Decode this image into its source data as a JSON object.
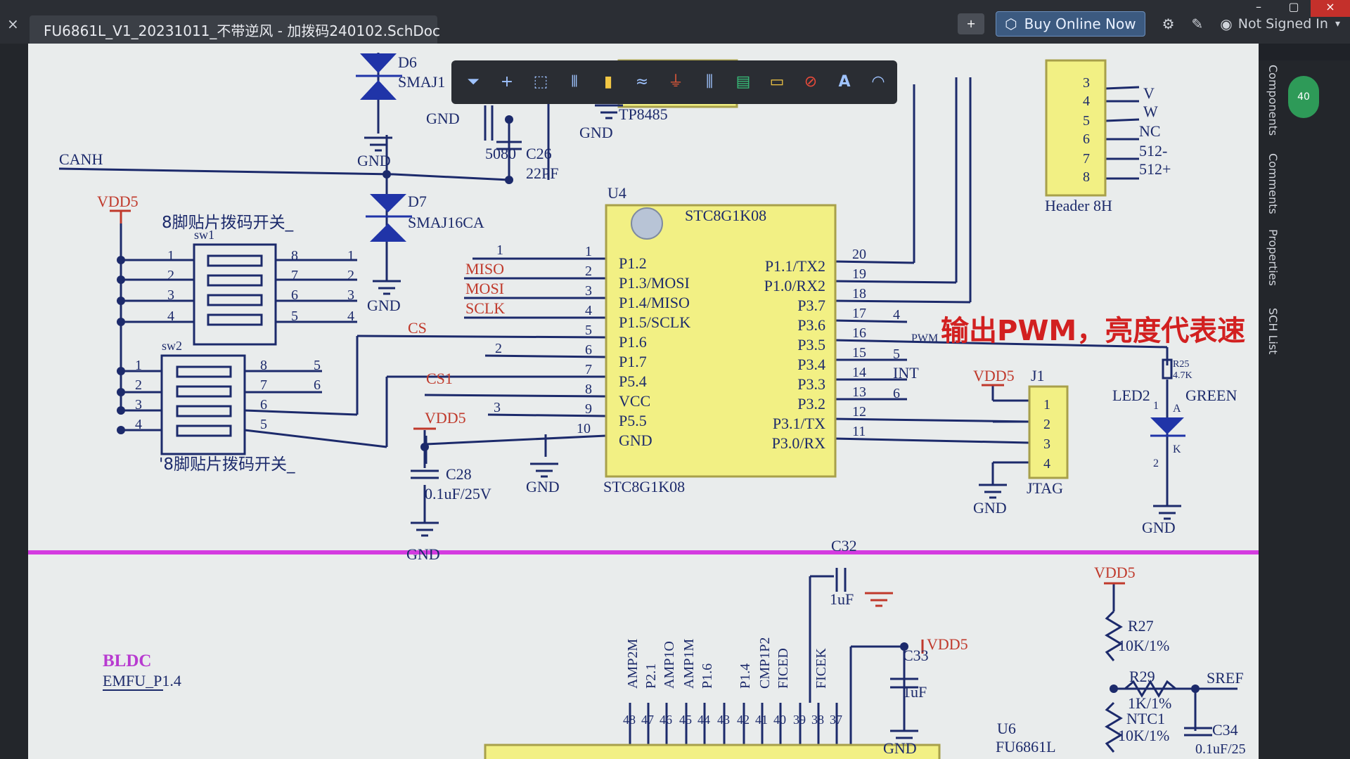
{
  "window": {
    "tab_close": "×",
    "document_title": "FU6861L_V1_20231011_不带逆风 - 加拨码240102.SchDoc",
    "buy_online": "Buy Online Now",
    "user": "Not Signed In",
    "min": "–",
    "max": "▢",
    "close": "×"
  },
  "icons": {
    "chat": "chat-icon",
    "settings": "gear-icon",
    "brush": "feather-icon",
    "user": "user-icon",
    "cart": "cart-icon"
  },
  "side_panels": [
    "Components",
    "Comments",
    "Properties",
    "SCH List"
  ],
  "badge": "40",
  "toolbar_tools": [
    "filter",
    "move",
    "select",
    "align",
    "part",
    "wire",
    "power",
    "bus",
    "port",
    "sheet-entry",
    "no-erc",
    "text",
    "arc"
  ],
  "colors": {
    "sheet_bg": "#e9ecec",
    "wire": "#1c2a6b",
    "component_fill": "#f2f084",
    "component_border": "#a8a04a",
    "net_red": "#c0392b",
    "divider": "#d43be0",
    "pin_text": "#203a88",
    "annotation_red": "#d22020"
  },
  "labels": {
    "d6": "D6",
    "d6v": "SMAJ1",
    "d7": "D7",
    "d7v": "SMAJ16CA",
    "gnd": "GND",
    "canh": "CANH",
    "vdd5": "VDD5",
    "c26_a": "5080",
    "c26": "C26",
    "c26v": "22PF",
    "tp": "TP8485",
    "u4": "U4",
    "u4name": "STC8G1K08",
    "u4bottom": "STC8G1K08",
    "sw_title": "8脚贴片拨码开关_",
    "sw1": "sw1",
    "sw2": "sw2",
    "sw_title2": "'8脚贴片拨码开关_",
    "miso": "MISO",
    "mosi": "MOSI",
    "sclk": "SCLK",
    "cs": "CS",
    "cs1": "CS1",
    "c28": "C28",
    "c28v": "0.1uF/25V",
    "pwm_note": "输出PWM，亮度代表速",
    "pwm": "PWM",
    "int": "INT",
    "j1": "J1",
    "jtag": "JTAG",
    "r25": "R25",
    "r25v": "4.7K",
    "led2": "LED2",
    "green": "GREEN",
    "led_a": "A",
    "led_k": "K",
    "led_1": "1",
    "led_2": "2",
    "header": "Header 8H",
    "hdr_v": "V",
    "hdr_w": "W",
    "hdr_nc": "NC",
    "hdr_512m": "512-",
    "hdr_512p": "512+",
    "c32": "C32",
    "c32v": "1uF",
    "c33": "C33",
    "c33v": "1uF",
    "bldc": "BLDC",
    "emfu": "EMFU_P1.4",
    "r27": "R27",
    "r27v": "10K/1%",
    "r29": "R29",
    "r29v": "1K/1%",
    "ntc": "NTC1",
    "ntcv": "10K/1%",
    "sref": "SREF",
    "c34": "C34",
    "c34v": "0.1uF/25",
    "u6": "U6",
    "u6name": "FU6861L",
    "left_pins": [
      "P1.2",
      "P1.3/MOSI",
      "P1.4/MISO",
      "P1.5/SCLK",
      "P1.6",
      "P1.7",
      "P5.4",
      "VCC",
      "P5.5",
      "GND"
    ],
    "left_pin_nums": [
      "1",
      "2",
      "3",
      "4",
      "5",
      "6",
      "7",
      "8",
      "9",
      "10"
    ],
    "right_pins": [
      "P1.1/TX2",
      "P1.0/RX2",
      "P3.7",
      "P3.6",
      "P3.5",
      "P3.4",
      "P3.3",
      "P3.2",
      "P3.1/TX",
      "P3.0/RX"
    ],
    "right_pin_nums": [
      "20",
      "19",
      "18",
      "17",
      "16",
      "15",
      "14",
      "13",
      "12",
      "11"
    ],
    "wire_nums": {
      "w1": "1",
      "w2": "2",
      "w3": "3",
      "w4": "4",
      "w5": "5",
      "w6": "6"
    },
    "sw_pins": [
      "1",
      "2",
      "3",
      "4",
      "8",
      "7",
      "6",
      "5"
    ],
    "hdr_pins": [
      "3",
      "4",
      "5",
      "6",
      "7",
      "8"
    ],
    "jtag_pins": [
      "1",
      "2",
      "3",
      "4"
    ],
    "u6_pins": [
      "AMP2M",
      "P2.1",
      "AMP1O",
      "AMP1M",
      "P1.6",
      "P1.4",
      "CMP1P2",
      "FICED",
      "FICEK"
    ],
    "u6_pin_nums": [
      "48",
      "47",
      "46",
      "45",
      "44",
      "43",
      "42",
      "41",
      "40",
      "39",
      "38",
      "37"
    ]
  }
}
